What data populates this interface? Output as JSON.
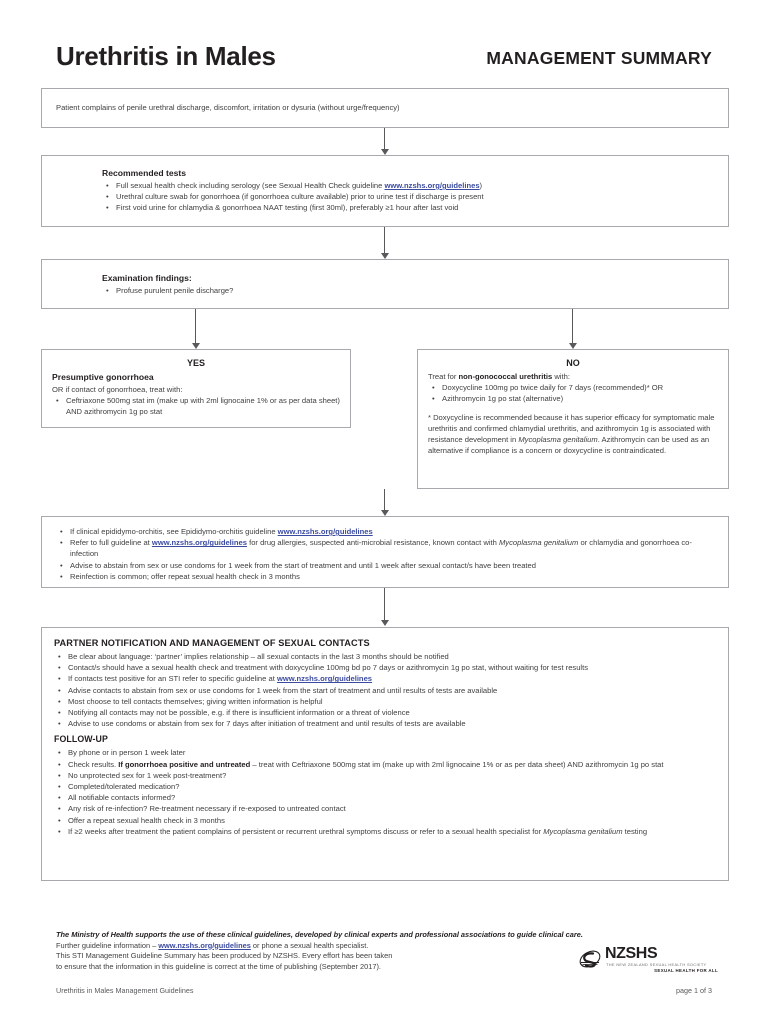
{
  "header": {
    "title": "Urethritis in Males",
    "subtitle": "MANAGEMENT SUMMARY"
  },
  "colors": {
    "box_border": "#a7a9ac",
    "link": "#3b4ba0",
    "text": "#414042",
    "heading": "#231f20",
    "connector": "#58595b"
  },
  "flow": {
    "complaint": {
      "text": "Patient complains of penile urethral discharge, discomfort, irritation or dysuria (without urge/frequency)"
    },
    "tests": {
      "title": "Recommended tests",
      "items": [
        {
          "pre": "Full sexual health check including serology (see Sexual Health Check guideline ",
          "link": "www.nzshs.org/guidelines",
          "post": ")"
        },
        {
          "pre": "Urethral culture swab for gonorrhoea (if gonorrhoea culture available) prior to urine test if discharge is present",
          "link": "",
          "post": ""
        },
        {
          "pre": "First void urine for chlamydia & gonorrhoea NAAT testing (first 30ml), preferably ≥1 hour after last void",
          "link": "",
          "post": ""
        }
      ]
    },
    "examination": {
      "title": "Examination findings:",
      "items": [
        "Profuse purulent penile discharge?"
      ]
    },
    "yes_branch": {
      "label": "YES",
      "heading": "Presumptive gonorrhoea",
      "lead": "OR if contact of gonorrhoea, treat with:",
      "items": [
        "Ceftriaxone 500mg stat im (make up with 2ml lignocaine 1% or as per data sheet) AND azithromycin 1g po stat"
      ]
    },
    "no_branch": {
      "label": "NO",
      "lead_pre": "Treat for ",
      "lead_bold": "non-gonococcal urethritis",
      "lead_post": " with:",
      "items": [
        "Doxycycline 100mg po twice daily for 7 days (recommended)* OR",
        "Azithromycin 1g po stat (alternative)"
      ],
      "footnote_part1": "* Doxycycline is recommended because it has superior efficacy for symptomatic male urethritis and confirmed chlamydial urethritis, and azithromycin 1g is associated with resistance development in ",
      "footnote_italic": "Mycoplasma genitalium",
      "footnote_part2": ". Azithromycin can be used as an alternative if compliance is a concern or doxycycline is contraindicated."
    },
    "advice": {
      "items": [
        {
          "pre": "If clinical epididymo-orchitis, see Epididymo-orchitis guideline ",
          "link": "www.nzshs.org/guidelines",
          "post": ""
        },
        {
          "pre": "Refer to full guideline at ",
          "link": "www.nzshs.org/guidelines",
          "post": " for drug allergies, suspected anti-microbial resistance, known contact with ",
          "italic": "Mycoplasma genitalium",
          "post2": " or chlamydia and gonorrhoea co-infection"
        },
        {
          "pre": "Advise to abstain from sex or use condoms for 1 week from the start of treatment and until 1 week after sexual contact/s have been treated",
          "link": "",
          "post": ""
        },
        {
          "pre": "Reinfection is common; offer repeat sexual health check in 3 months",
          "link": "",
          "post": ""
        }
      ]
    },
    "partner": {
      "title": "PARTNER NOTIFICATION AND MANAGEMENT OF SEXUAL CONTACTS",
      "items": [
        {
          "pre": "Be clear about language: ‘partner’ implies relationship – all sexual contacts in the last 3 months should be notified",
          "link": "",
          "post": ""
        },
        {
          "pre": "Contact/s should have a sexual health check and treatment with doxycycline 100mg bd po 7 days or azithromycin 1g po stat, without waiting for test results",
          "link": "",
          "post": ""
        },
        {
          "pre": "If contacts test positive for an STI refer to specific guideline at ",
          "link": "www.nzshs.org/guidelines",
          "post": ""
        },
        {
          "pre": "Advise contacts to abstain from sex or use condoms for 1 week from the start of treatment and until results of tests are available",
          "link": "",
          "post": ""
        },
        {
          "pre": "Most choose to tell contacts themselves; giving written information is helpful",
          "link": "",
          "post": ""
        },
        {
          "pre": "Notifying all contacts may not be possible, e.g. if there is insufficient information or a threat of violence",
          "link": "",
          "post": ""
        },
        {
          "pre": "Advise to use condoms or abstain from sex for 7 days after initiation of treatment and until results of tests are available",
          "link": "",
          "post": ""
        }
      ],
      "followup_title": "FOLLOW-UP",
      "followup_items": [
        {
          "pre": "By phone or in person 1 week later",
          "bold": "",
          "post": ""
        },
        {
          "pre": "Check results. ",
          "bold": "If gonorrhoea positive and untreated",
          "post": " – treat with Ceftriaxone 500mg stat im (make up with 2ml lignocaine 1% or as per data sheet) AND azithromycin 1g po stat"
        },
        {
          "pre": "No unprotected sex for 1 week post-treatment?",
          "bold": "",
          "post": ""
        },
        {
          "pre": "Completed/tolerated medication?",
          "bold": "",
          "post": ""
        },
        {
          "pre": "All notifiable contacts informed?",
          "bold": "",
          "post": ""
        },
        {
          "pre": "Any risk of re-infection? Re-treatment necessary if re-exposed to untreated contact",
          "bold": "",
          "post": ""
        },
        {
          "pre": "Offer a repeat sexual health check in 3 months",
          "bold": "",
          "post": ""
        },
        {
          "pre": "If ≥2 weeks after treatment the patient complains of persistent or recurrent urethral symptoms discuss or refer to a sexual health specialist for ",
          "italic": "Mycoplasma genitalium",
          "post": " testing"
        }
      ]
    }
  },
  "footer": {
    "line1": "The Ministry of Health supports the use of these clinical guidelines, developed by clinical experts and professional associations to guide clinical care.",
    "line2_pre": "Further guideline information – ",
    "line2_link": "www.nzshs.org/guidelines",
    "line2_post": " or phone a sexual health specialist.",
    "line3": "This STI Management Guideline Summary has been produced by NZSHS. Every effort has been taken",
    "line4": "to ensure that the information in this guideline is correct at the time of publishing (September 2017).",
    "logo_name": "NZSHS",
    "logo_sub1": "THE NEW ZEALAND SEXUAL HEALTH SOCIETY",
    "logo_sub2": "SEXUAL HEALTH FOR ALL",
    "bar_left": "Urethritis in Males Management Guidelines",
    "bar_right": "page 1 of 3"
  }
}
